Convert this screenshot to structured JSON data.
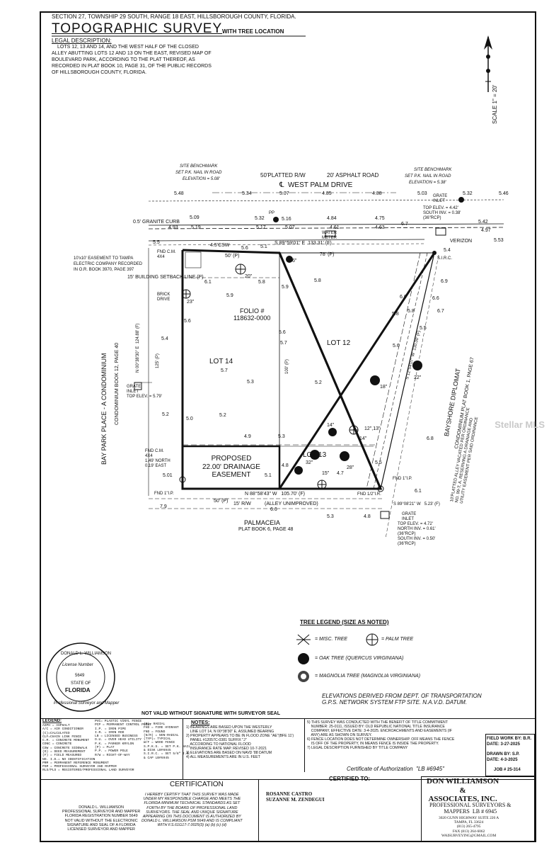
{
  "header": {
    "section": "SECTION 27, TOWNSHIP 29 SOUTH, RANGE 18 EAST, HILLSBOROUGH COUNTY, FLORIDA.",
    "title": "TOPOGRAPHIC SURVEY",
    "subtitle": "WITH TREE LOCATION",
    "legal_heading": "LEGAL DESCRIPTION:",
    "legal_lines": [
      "LOTS 12, 13 AND 14, AND THE WEST HALF OF THE CLOSED",
      "ALLEY ABUTTING LOTS 12 AND 13 ON THE EAST, REVISED MAP OF",
      "BOULEVARD PARK, ACCORDING TO THE PLAT THEREOF, AS",
      "RECORDED IN PLAT BOOK 10, PAGE 31, OF THE PUBLIC RECORDS",
      "OF HILLSBOROUGH COUNTY, FLORIDA."
    ]
  },
  "scale_label": "SCALE 1\" = 20'",
  "plan": {
    "benchmark_left": [
      "SITE BENCHMARK",
      "SET P.K. NAIL IN ROAD",
      "ELEVATION = 5.08'"
    ],
    "benchmark_right": [
      "SITE BENCHMARK",
      "SET P.K. NAIL IN ROAD",
      "ELEVATION = 5.38'"
    ],
    "row_label": "50'PLATTED R/W",
    "asphalt_label": "20' ASPHALT ROAD",
    "street": "℄  WEST PALM DRIVE",
    "grate_inlet_top": [
      "GRATE",
      "INLET",
      "TOP ELEV. = 4.42'",
      "SOUTH INV. = 0.38'",
      "(36\"RCP)"
    ],
    "granite_curb": "0.5' GRANITE CURB",
    "water_meter": "WATER\nMETER",
    "verizon": "VERIZON",
    "easement_note": [
      "10'x10' EASEMENT TO TAMPA",
      "ELECTRIC COMPANY RECORDED",
      "IN O.R. BOOK 3970, PAGE 397"
    ],
    "fnd_cm_top": "FND C.M.\n4X4",
    "csw": "4.5'CSW",
    "north_bearing": "S 89°59'01\" E  133.31' (F)",
    "north_plat": "78' (P)",
    "lot14_top": "50' (P)",
    "setback": "15' BUILDING SETBACK LINE (P)",
    "brick_drive": "BRICK\nDRIVE",
    "folio": "FOLIO #\n118632-0000",
    "lot14": "LOT 14",
    "lot12": "LOT 12",
    "lot13": "LOT 13",
    "west_line": "N 00°38'30\" E  124.88' (F)",
    "west_plat": "125' (P)",
    "mid_line": "100' (P)",
    "east_line": "S 12°54'07\" W  130.00' (F)",
    "bay_park": "BAY PARK PLACE - A CONDOMINIUM",
    "bay_park_sub": "CONDOMINIUM BOOK 12, PAGE 40",
    "bayshore": "BAYSHORE DIPLOMAT",
    "bayshore_sub": "CONDOMINIUM PLAT BOOK 1, PAGE 67",
    "vacated_alley": "10'PLATTED ALLEY VACATED PER ORDINANCE\nNO. 99-T, A. RESERVING A DRAINAGE AND\nUTILITY EASEMENT PER SAID ORDINANCE",
    "grate_inlet_left": "GRATE\nINLET\nTOP ELEV. = 5.79'",
    "proposed": "PROPOSED\n22.00' DRAINAGE\nEASEMENT",
    "fnd_cm_bottom": "FND C.M.\n4X4\n1.49' NORTH\n0.19' EAST",
    "fnd_ip_left": "FND 1\"I.P.",
    "fnd_ip_right": "FND 1\"I.P.",
    "fnd_half": "FND 1/2\"I.R.",
    "sr_c": "S.I.R.C.",
    "south_bearing": "N 88°58'43\" W   105.70' (F)",
    "south_plat": "50' (P)",
    "south_row": "15' R/W",
    "alley": "(ALLEY UNIMPROVED)",
    "palmaceia": "PALMACEIA",
    "palmaceia_sub": "PLAT BOOK 6, PAGE 48",
    "right_bearing": "S 89°08'21\" W   5.23' (F)",
    "grate_inlet_bottom": [
      "GRATE",
      "INLET",
      "TOP ELEV. = 4.72'",
      "NORTH INV. = 0.61'",
      "(36\"RCP)",
      "SOUTH INV. = 0.50'",
      "(36\"RCP)"
    ],
    "pp": "PP",
    "tree_labels": [
      "6\"",
      "20\"",
      "23\"",
      "18\"",
      "22\"",
      "14\"",
      "12\",13\"",
      "14\"",
      "32\"",
      "28\"",
      "15\""
    ],
    "spot_elevations": [
      "5.48",
      "5.34",
      "5.07",
      "4.85",
      "4.88",
      "5.03",
      "5.32",
      "5.46",
      "5.09",
      "5.19",
      "4.93",
      "5.32",
      "5.17",
      "5.16",
      "5.07",
      "4.84",
      "4.61",
      "4.75",
      "4.63",
      "6.7",
      "5.42",
      "4.97",
      "5.53",
      "5.5",
      "5.6",
      "5.1",
      "5.8",
      "6.1",
      "5.8",
      "5.9",
      "5.9",
      "5.6",
      "6.6",
      "6.9",
      "5.6",
      "5.7",
      "5.8",
      "5.7",
      "5.3",
      "5.4",
      "5.2",
      "5.0",
      "5.2",
      "4.9",
      "5.3",
      "5.2",
      "5.5",
      "6.6",
      "5.8",
      "5.6",
      "6.7",
      "6.8",
      "5.01",
      "4.8",
      "4.7",
      "5.1",
      "7.9",
      "6.6",
      "5.3",
      "4.8",
      "6.1",
      "5.5",
      "5.4"
    ]
  },
  "tree_legend": {
    "heading": "TREE LEGEND (SIZE AS NOTED)",
    "misc": "= MISC. TREE",
    "palm": "= PALM TREE",
    "oak": "= OAK TREE (QUERCUS VIRGINIANA)",
    "magnolia": "= MAGNOLIA TREE (MAGNOLIA VIRGINIANA)"
  },
  "elevation_note": "ELEVATIONS DERIVED FROM DEPT. OF TRANSPORTATION\nG.P.S. NETWORK SYSTEM FTP SITE. N.A.V.D. DATUM.",
  "seal": {
    "outer": "DONALD L. WILLIAMSON",
    "license": "License Number",
    "number": "5649",
    "state_of": "STATE OF",
    "state": "FLORIDA",
    "bottom": "Professional Surveyor and Mapper"
  },
  "not_valid": "NOT VALID WITHOUT SIGNATURE WITH SURVEYOR SEAL",
  "legend": {
    "heading": "LEGEND:",
    "col1": "ASPH = ASPHALT\nA/C = AIR CONDITIONER\n(C)=CALCULATED\nCLF=CHAIN LINK FENCE\nC.M. = CONCRETE MONUMENT\nCONC = CONCRETE\nCSW = CONCRETE SIDEWALK\n(D) = DEED MEASUREMENT\n(F) = FIELD MEASURED\nNO. I.D.= NO IDENTIFICATION\nPRM = PERMANENT REFERENCE MONUMENT\nPSM = PROFESSIONAL SURVEYOR AND MAPPER\nRLS/PLS = REGISTERED/PROFESSIONAL LAND SURVEYOR",
    "col2": "PVC= PLASTIC VINYL FENCE\nPCP = PERMANENT CONTROL POINT\nI.P. = IRON PIPE\nI.R. = IRON ROD\nLB = LICENSED BUSINESS\nO.U. = OVER HEAD UTILITY\nP.K. = PARKER KRYLON\n(P) = PLAT\nP.P. = POWER POLE\nR/W = RIGHT-OF-WAY",
    "col3": "(R)= RADIAL\nFHD = FIRE HYDRANT\nFND = FOUND\n(N/R) = NON-RADIAL\n(TYP)= TYPICAL\nW/F = WOOD FENCE\nS.P.K.S. = SET P.K. NAIL\n& DISK LB#6945\nS.I.R.C. = SET 5/8\" I.R.\n& CAP LB#6945"
  },
  "notes": {
    "heading": "NOTES:",
    "items": "1) BEARINGS ARE BASED UPON THE WESTERLY\n    LINE LOT 14, N 00°38'30\" E, ASSUMED BEARING\n2) PROPERTY APPEARS TO BE IN FLOOD ZONE \"AE\"(BFE 11')\n    PANEL #12057C-0381 SUFFIX \"J\"\n    ACCORDING TO NATIONAL FLOOD\n    INSURANCE RATE MAP. REVISED 10-7-2021\n3) ELEVATIONS ARE BASED ON NAVD '88 DATUM\n4) ALL MEASUREMENTS ARE IN U.S. FEET",
    "items_right": "5) THIS SURVEY WAS CONDUCTED WITH THE BENEFIT OF TITLE COMMITMENT\n    NUMBER: 25-0111, ISSUED BY: OLD REPUBLIC NATIONAL TITLE INSURANCE\n    COMPANY, EFFECTIVE DATE: 3-4-2025. ENCROACHMENTS AND EASEMENTS (IF\n    ANY) ARE AS SHOWN ON SURVEY.\n6) FENCE LOCATION DOES NOT DETERMINE OWNERSHIP. OFF MEANS THE FENCE\n    IS OFF OF THE PROPERTY, IN MEANS FENCE IS INSIDE THE PROPERTY.\n7) LEGAL DESCRIPTION FURNISHED BY TITLE COMPANY"
  },
  "work": {
    "field": "FIELD WORK BY: B.R.",
    "field_date": "DATE: 3-27-2025",
    "drawn": "DRAWN BY: S.P.",
    "drawn_date": "DATE: 4-3-2025",
    "job": "JOB # 25-314"
  },
  "certificate_auth": "Certificate of Authorization  \"LB #6945\"",
  "certification": {
    "heading": "CERTIFICATION",
    "text": "I HEREBY CERTIFY THAT THIS SURVEY WAS MADE\nUNDER MY RESPONSIBLE CHARGE AND MEETS THE\nFLORIDA MINIMUM TECHNICAL STANDARDS AS SET\nFORTH BY THE BOARD OF PROFESSIONAL LAND\nSURVEYORS. THE SEAL AND UNIQUE SIGNATURE\nAPPEARING ON THIS DOCUMENT IS AUTHORIZED BY\nDONALD L. WILLIAMSON PSM 5649 AND IS COMPLIANT\nWITH F.S.61G17-7.0025(3) (a) (b) (c) (d)",
    "signer": "DONALD L. WILLIAMSON\nPROFESSIONAL SURVEYOR AND MAPPER\nFLORIDA REGISTRATION NUMBER 5649\nNOT VALID WITHOUT THE ELECTRONIC\nSIGNATURE AND SEAL OF A FLORIDA\nLICENSED SURVEYOR AND MAPPER"
  },
  "certified_to": {
    "heading": "CERTIFIED TO:",
    "names": "ROSANNE CASTRO\nSUZANNE M. ZENDEGUI"
  },
  "company": {
    "name": "DON WILLIAMSON\n&\nASSOCIATES, INC.",
    "tag": "PROFESSIONAL SURVEYORS &\nMAPPERS  LB # 6945",
    "address": "3020 GUNN HIGHWAY SUITE 220 A\nTAMPA, FL 33624\n(813) 265-4795\nFAX (813) 264-6062\nWAISURVEYING@GMAIL.COM"
  },
  "watermark": "Stellar MLS"
}
